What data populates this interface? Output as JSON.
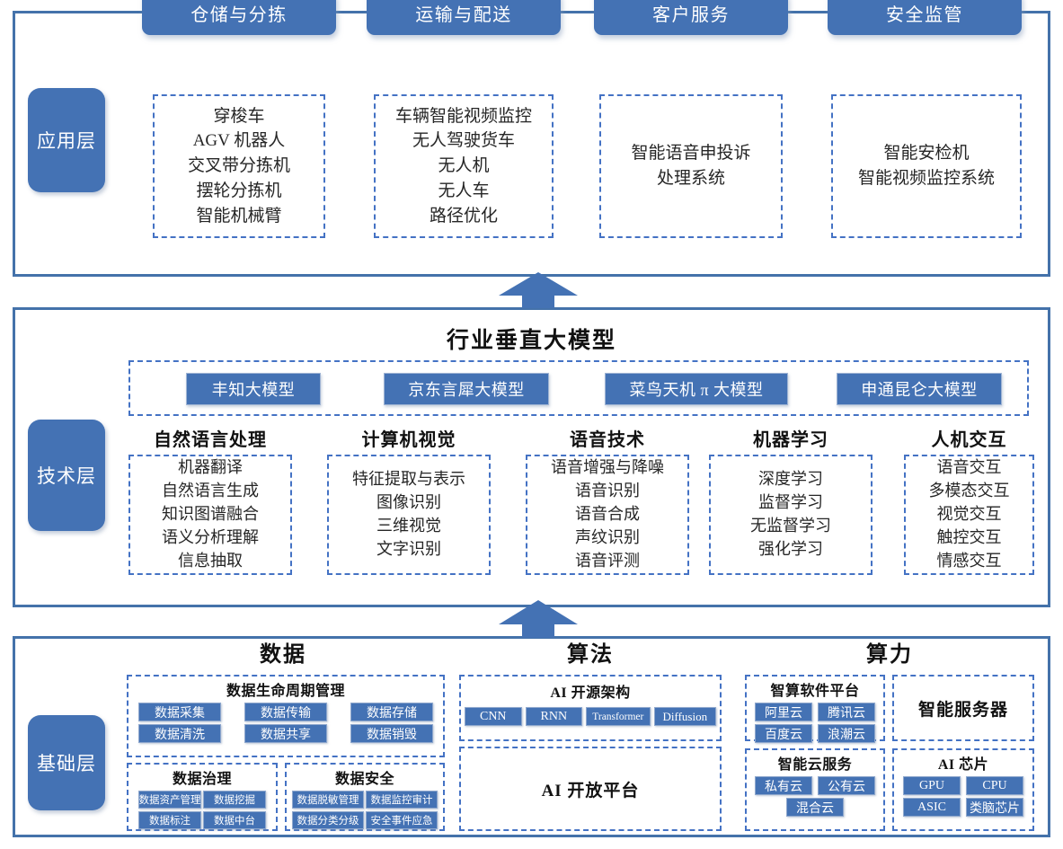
{
  "layers": {
    "application": {
      "tab_label": "应用层"
    },
    "technology": {
      "tab_label": "技术层",
      "title": "行业垂直大模型"
    },
    "foundation": {
      "tab_label": "基础层"
    }
  },
  "colors": {
    "accent_blue": "#4472b4",
    "frame_blue": "#4472aa",
    "dash_blue": "#4472c4",
    "text_dark": "#262626"
  },
  "application": {
    "columns": [
      {
        "pill": "仓储与分拣",
        "items": "穿梭车\nAGV 机器人\n交叉带分拣机\n摆轮分拣机\n智能机械臂"
      },
      {
        "pill": "运输与配送",
        "items": "车辆智能视频监控\n无人驾驶货车\n无人机\n无人车\n路径优化"
      },
      {
        "pill": "客户服务",
        "items": "智能语音申投诉\n处理系统"
      },
      {
        "pill": "安全监管",
        "items": "智能安检机\n智能视频监控系统"
      }
    ]
  },
  "technology": {
    "models": [
      "丰知大模型",
      "京东言犀大模型",
      "菜鸟天机 π 大模型",
      "申通昆仑大模型"
    ],
    "columns": [
      {
        "head": "自然语言处理",
        "items": "机器翻译\n自然语言生成\n知识图谱融合\n语义分析理解\n信息抽取"
      },
      {
        "head": "计算机视觉",
        "items": "特征提取与表示\n图像识别\n三维视觉\n文字识别"
      },
      {
        "head": "语音技术",
        "items": "语音增强与降噪\n语音识别\n语音合成\n声纹识别\n语音评测"
      },
      {
        "head": "机器学习",
        "items": "深度学习\n监督学习\n无监督学习\n强化学习"
      },
      {
        "head": "人机交互",
        "items": "语音交互\n多模态交互\n视觉交互\n触控交互\n情感交互"
      }
    ]
  },
  "foundation": {
    "data": {
      "title": "数据",
      "lifecycle": {
        "title": "数据生命周期管理",
        "row1": [
          "数据采集",
          "数据传输",
          "数据存储"
        ],
        "row2": [
          "数据清洗",
          "数据共享",
          "数据销毁"
        ]
      },
      "governance": {
        "title": "数据治理",
        "row1": [
          "数据资产管理",
          "数据挖掘"
        ],
        "row2": [
          "数据标注",
          "数据中台"
        ]
      },
      "security": {
        "title": "数据安全",
        "row1": [
          "数据脱敏管理",
          "数据监控审计"
        ],
        "row2": [
          "数据分类分级",
          "安全事件应急"
        ]
      }
    },
    "algorithm": {
      "title": "算法",
      "opensource": {
        "title": "AI 开源架构",
        "chips": [
          "CNN",
          "RNN",
          "Transformer",
          "Diffusion"
        ]
      },
      "platform": {
        "title": "AI 开放平台"
      }
    },
    "compute": {
      "title": "算力",
      "software": {
        "title": "智算软件平台",
        "row1": [
          "阿里云",
          "腾讯云"
        ],
        "row2": [
          "百度云",
          "浪潮云"
        ]
      },
      "server": {
        "title": "智能服务器"
      },
      "cloud": {
        "title": "智能云服务",
        "row1": [
          "私有云",
          "公有云"
        ],
        "row2": [
          "混合云"
        ]
      },
      "chip": {
        "title": "AI 芯片",
        "row1": [
          "GPU",
          "CPU"
        ],
        "row2": [
          "ASIC",
          "类脑芯片"
        ]
      }
    }
  }
}
